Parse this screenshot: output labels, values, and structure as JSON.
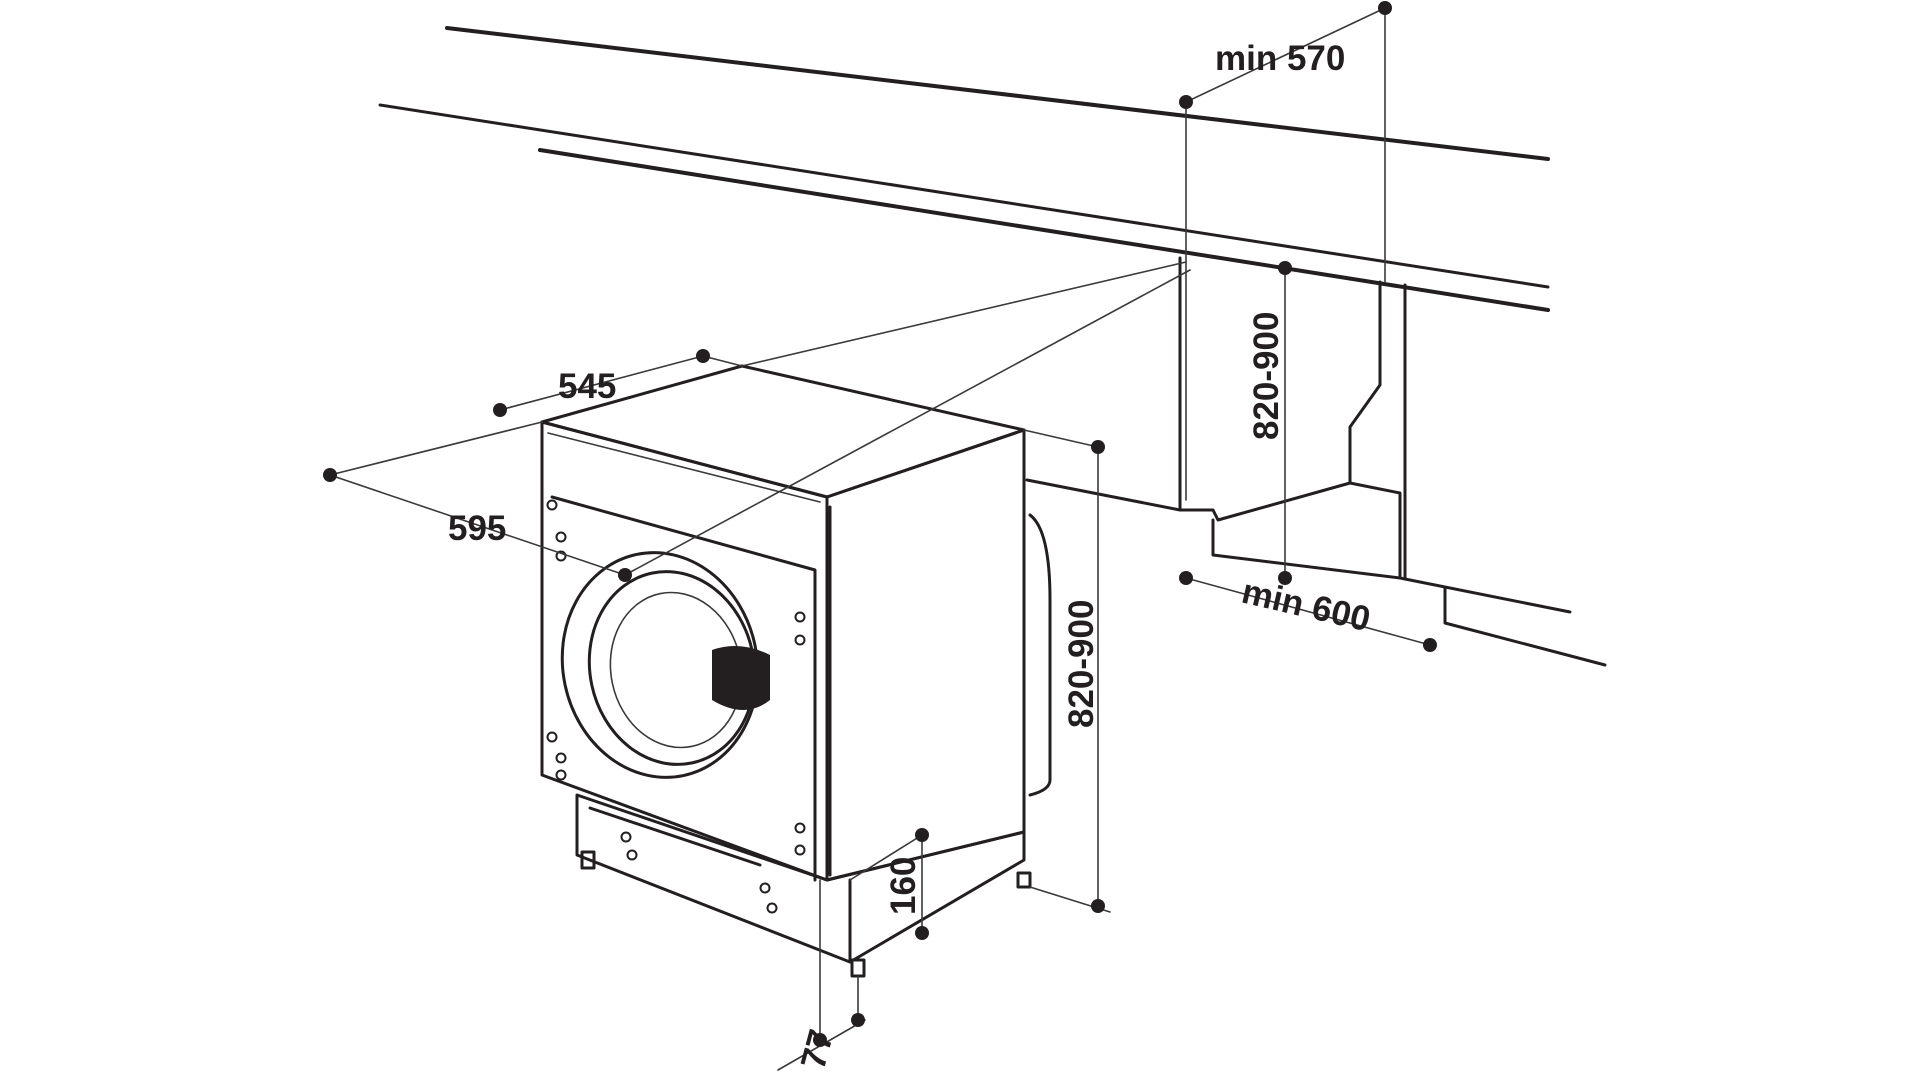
{
  "labels": {
    "min_height_clearance": "min 570",
    "depth": "545",
    "width": "595",
    "niche_height": "820-900",
    "machine_height": "820-900",
    "min_width": "min 600",
    "plinth_height": "160",
    "plinth_depth": "77"
  },
  "colors": {
    "line": "#231f20",
    "background": "#ffffff",
    "door_handle": "#231f20"
  }
}
